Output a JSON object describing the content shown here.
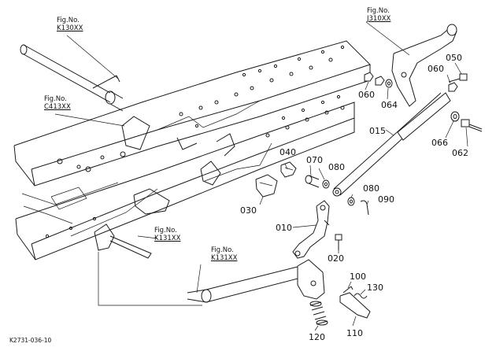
{
  "figure_refs": [
    {
      "prefix": "Fig.No.",
      "number": "K130XX"
    },
    {
      "prefix": "Fig.No.",
      "number": "C413XX"
    },
    {
      "prefix": "Fig.No.",
      "number": "K131XX"
    },
    {
      "prefix": "Fig.No.",
      "number": "K131XX"
    },
    {
      "prefix": "Fig.No.",
      "number": "J310XX"
    }
  ],
  "part_labels": [
    "040",
    "070",
    "080",
    "030",
    "010",
    "020",
    "080",
    "090",
    "015",
    "060",
    "064",
    "050",
    "060",
    "066",
    "062",
    "100",
    "130",
    "120",
    "110"
  ],
  "drawing_code": "K2731-036-10",
  "colors": {
    "ink": "#1a1a1a",
    "paper": "#ffffff"
  }
}
